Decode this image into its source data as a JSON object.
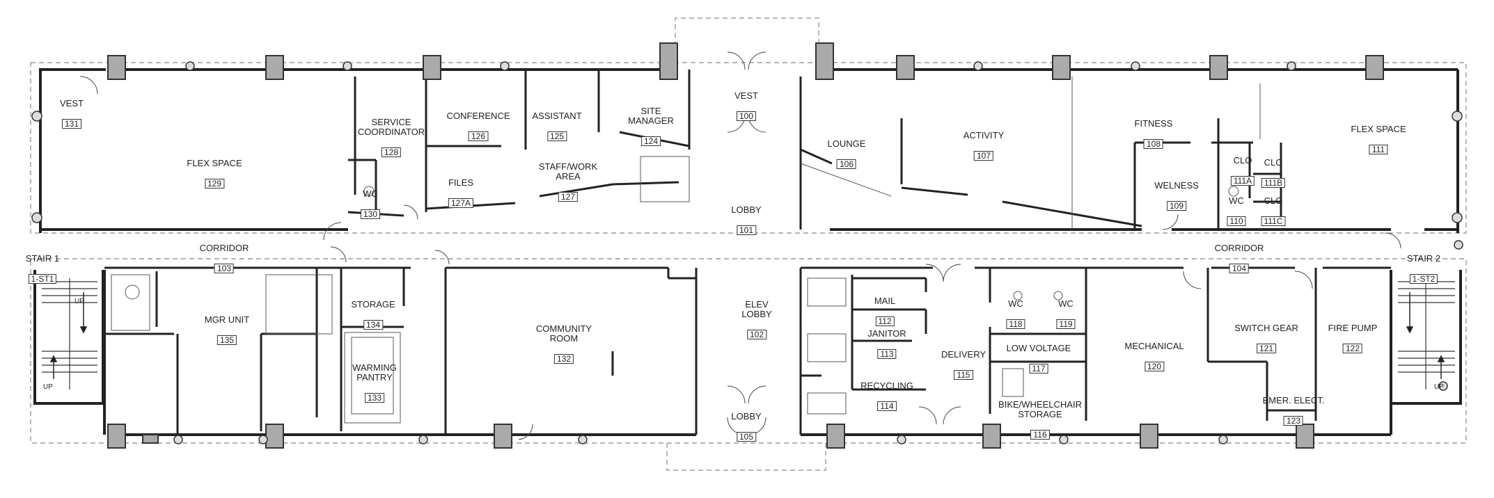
{
  "plan": {
    "rooms": [
      {
        "key": "vest131",
        "name": "VEST",
        "number": "131"
      },
      {
        "key": "flex129",
        "name": "FLEX SPACE",
        "number": "129"
      },
      {
        "key": "svc128",
        "name": "SERVICE\nCOORDINATOR",
        "number": "128"
      },
      {
        "key": "conf126",
        "name": "CONFERENCE",
        "number": "126"
      },
      {
        "key": "asst125",
        "name": "ASSISTANT",
        "number": "125"
      },
      {
        "key": "site124",
        "name": "SITE\nMANAGER",
        "number": "124"
      },
      {
        "key": "vest100",
        "name": "VEST",
        "number": "100"
      },
      {
        "key": "wc130",
        "name": "WC",
        "number": "130"
      },
      {
        "key": "files127a",
        "name": "FILES",
        "number": "127A"
      },
      {
        "key": "staff127",
        "name": "STAFF/WORK\nAREA",
        "number": "127"
      },
      {
        "key": "lobby101",
        "name": "LOBBY",
        "number": "101"
      },
      {
        "key": "lounge106",
        "name": "LOUNGE",
        "number": "106"
      },
      {
        "key": "activity107",
        "name": "ACTIVITY",
        "number": "107"
      },
      {
        "key": "fitness108",
        "name": "FITNESS",
        "number": "108"
      },
      {
        "key": "flex111",
        "name": "FLEX SPACE",
        "number": "111"
      },
      {
        "key": "clo111a",
        "name": "CLO",
        "number": "111A"
      },
      {
        "key": "clo111b",
        "name": "CLO",
        "number": "111B"
      },
      {
        "key": "clo111c",
        "name": "CLO",
        "number": "111C"
      },
      {
        "key": "welness109",
        "name": "WELNESS",
        "number": "109"
      },
      {
        "key": "wc110",
        "name": "WC",
        "number": "110"
      },
      {
        "key": "corr103",
        "name": "CORRIDOR",
        "number": "103"
      },
      {
        "key": "corr104",
        "name": "CORRIDOR",
        "number": "104"
      },
      {
        "key": "stair1",
        "name": "STAIR 1",
        "number": "1-ST1"
      },
      {
        "key": "stair2",
        "name": "STAIR 2",
        "number": "1-ST2"
      },
      {
        "key": "mgr135",
        "name": "MGR UNIT",
        "number": "135"
      },
      {
        "key": "storage134",
        "name": "STORAGE",
        "number": "134"
      },
      {
        "key": "pantry133",
        "name": "WARMING\nPANTRY",
        "number": "133"
      },
      {
        "key": "community132",
        "name": "COMMUNITY\nROOM",
        "number": "132"
      },
      {
        "key": "elev102",
        "name": "ELEV\nLOBBY",
        "number": "102"
      },
      {
        "key": "lobby105",
        "name": "LOBBY",
        "number": "105"
      },
      {
        "key": "mail112",
        "name": "MAIL",
        "number": "112"
      },
      {
        "key": "janitor113",
        "name": "JANITOR",
        "number": "113"
      },
      {
        "key": "recycling114",
        "name": "RECYCLING",
        "number": "114"
      },
      {
        "key": "delivery115",
        "name": "DELIVERY",
        "number": "115"
      },
      {
        "key": "wc118",
        "name": "WC",
        "number": "118"
      },
      {
        "key": "wc119",
        "name": "WC",
        "number": "119"
      },
      {
        "key": "lowvolt117",
        "name": "LOW VOLTAGE",
        "number": "117"
      },
      {
        "key": "bike116",
        "name": "BIKE/WHEELCHAIR\nSTORAGE",
        "number": "116"
      },
      {
        "key": "mech120",
        "name": "MECHANICAL",
        "number": "120"
      },
      {
        "key": "switch121",
        "name": "SWITCH GEAR",
        "number": "121"
      },
      {
        "key": "emer123",
        "name": "EMER. ELECT.",
        "number": "123"
      },
      {
        "key": "fire122",
        "name": "FIRE PUMP",
        "number": "122"
      }
    ],
    "stair_labels": [
      "UP",
      "UP",
      "UP"
    ]
  }
}
